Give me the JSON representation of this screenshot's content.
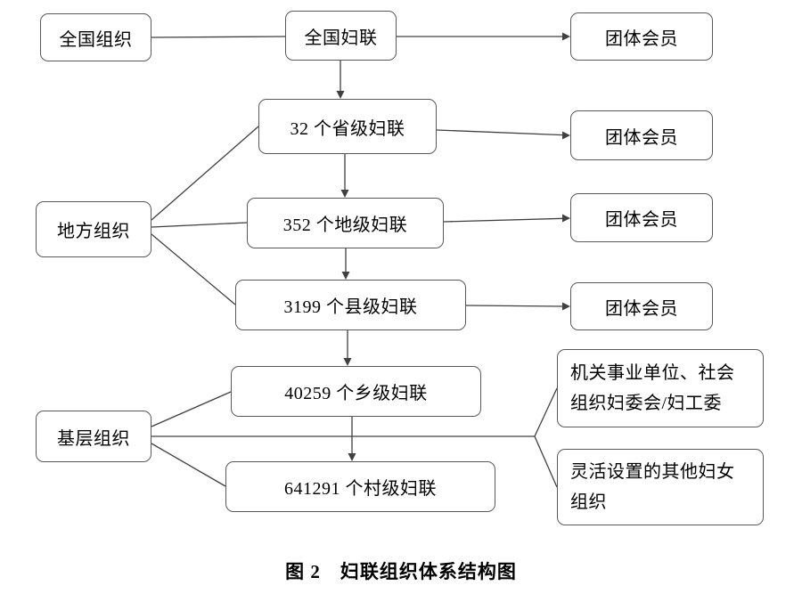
{
  "figure_caption": "图 2　妇联组织体系结构图",
  "nodes": {
    "national_org": {
      "label": "全国组织"
    },
    "national_federation": {
      "label": "全国妇联"
    },
    "provincial_federation": {
      "label": "32 个省级妇联"
    },
    "prefecture_federation": {
      "label": "352 个地级妇联"
    },
    "county_federation": {
      "label": "3199 个县级妇联"
    },
    "township_federation": {
      "label": "40259 个乡级妇联"
    },
    "village_federation": {
      "label": "641291 个村级妇联"
    },
    "local_org": {
      "label": "地方组织"
    },
    "grassroots_org": {
      "label": "基层组织"
    },
    "group_member": {
      "label": "团体会员"
    },
    "institution_committee": {
      "label": "机关事业单位、社会组织妇委会/妇工委"
    },
    "flexible_org": {
      "label": "灵活设置的其他妇女组织"
    }
  },
  "edges": [
    {
      "from": "national_org",
      "to": "national_federation",
      "style": "line"
    },
    {
      "from": "national_federation",
      "to": "group_member",
      "style": "arrow"
    },
    {
      "from": "national_federation",
      "to": "provincial_federation",
      "style": "arrow"
    },
    {
      "from": "provincial_federation",
      "to": "group_member",
      "style": "arrow"
    },
    {
      "from": "provincial_federation",
      "to": "prefecture_federation",
      "style": "arrow"
    },
    {
      "from": "prefecture_federation",
      "to": "group_member",
      "style": "arrow"
    },
    {
      "from": "prefecture_federation",
      "to": "county_federation",
      "style": "arrow"
    },
    {
      "from": "county_federation",
      "to": "group_member",
      "style": "arrow"
    },
    {
      "from": "county_federation",
      "to": "township_federation",
      "style": "arrow"
    },
    {
      "from": "township_federation",
      "to": "village_federation",
      "style": "arrow"
    },
    {
      "from": "local_org",
      "to": "provincial_federation",
      "style": "line"
    },
    {
      "from": "local_org",
      "to": "prefecture_federation",
      "style": "line"
    },
    {
      "from": "local_org",
      "to": "county_federation",
      "style": "line"
    },
    {
      "from": "grassroots_org",
      "to": "township_federation",
      "style": "line"
    },
    {
      "from": "grassroots_org",
      "to": "village_federation",
      "style": "line"
    },
    {
      "from": "grassroots_org",
      "to": "institution_committee",
      "style": "line"
    },
    {
      "from": "grassroots_org",
      "to": "flexible_org",
      "style": "line"
    }
  ],
  "colors": {
    "line": "#404040",
    "box_border": "#595959",
    "text": "#000000",
    "background": "#ffffff"
  }
}
